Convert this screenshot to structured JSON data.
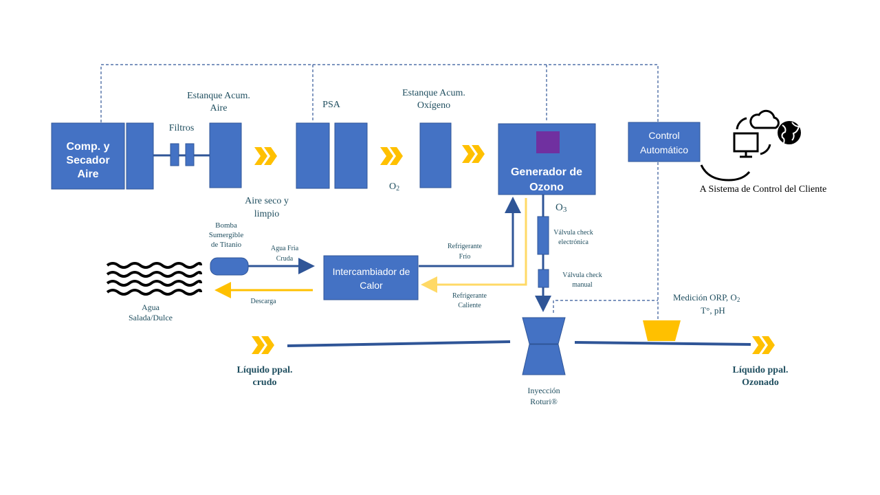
{
  "colors": {
    "box_blue": "#4472C4",
    "line_blue": "#2F5597",
    "label_teal": "#1F4E5F",
    "accent_yellow": "#FFC000",
    "hot_line": "#FFD966",
    "purple": "#7030A0",
    "dashed": "#2F5597"
  },
  "boxes": {
    "compresor": "Comp. y\nSecador\nAire",
    "generador": "Generador de\nOzono",
    "intercambiador": "Intercambiador de\nCalor",
    "control": "Control\nAutomático"
  },
  "labels": {
    "filtros": "Filtros",
    "estanque_aire": "Estanque Acum.\nAire",
    "aire_seco": "Aire seco y\nlimpio",
    "psa": "PSA",
    "estanque_oxigeno": "Estanque Acum.\nOxígeno",
    "o2": "O",
    "o2_sub": "2",
    "o3": "O",
    "o3_sub": "3",
    "valvula_electronica": "Válvula check\nelectrónica",
    "valvula_manual": "Válvula check\nmanual",
    "bomba": "Bomba\nSumergible\nde Titanio",
    "agua_fria": "Agua Fria\nCruda",
    "refrigerante_frio": "Refrigerante\nFrío",
    "refrigerante_caliente": "Refrigerante\nCaliente",
    "descarga": "Descarga",
    "agua": "Agua\nSalada/Dulce",
    "medicion_line1": "Medición  ORP, O",
    "medicion_sub": "2",
    "medicion_line2": "T°, pH",
    "liquido_crudo": "Líquido ppal.\ncrudo",
    "liquido_ozonado": "Líquido ppal.\nOzonado",
    "inyeccion": "Inyección\nRoturi®",
    "sistema_cliente": "A Sistema de Control del Cliente"
  },
  "icons": {
    "flow": "chevron-arrow-icon",
    "computer": "computer-monitor-icon",
    "cloud": "cloud-sync-icon",
    "globe": "globe-icon",
    "water": "water-waves-icon"
  }
}
